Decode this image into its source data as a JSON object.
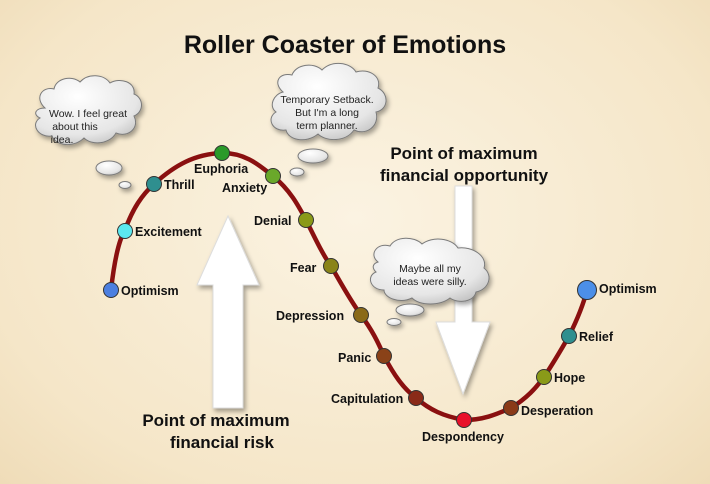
{
  "title": "Roller Coaster of Emotions",
  "stages": [
    {
      "label": "Optimism",
      "color": "#4c7fe0"
    },
    {
      "label": "Excitement",
      "color": "#5be8ef"
    },
    {
      "label": "Thrill",
      "color": "#2f8f8f"
    },
    {
      "label": "Euphoria",
      "color": "#2a9a2a"
    },
    {
      "label": "Anxiety",
      "color": "#6aa82a"
    },
    {
      "label": "Denial",
      "color": "#8a9a18"
    },
    {
      "label": "Fear",
      "color": "#8a8418"
    },
    {
      "label": "Depression",
      "color": "#8a6a18"
    },
    {
      "label": "Panic",
      "color": "#8a4218"
    },
    {
      "label": "Capitulation",
      "color": "#8a2a18"
    },
    {
      "label": "Despondency",
      "color": "#e8102a"
    },
    {
      "label": "Desperation",
      "color": "#8a3a18"
    },
    {
      "label": "Hope",
      "color": "#8a9a18"
    },
    {
      "label": "Relief",
      "color": "#2f8f8f"
    },
    {
      "label": "Optimism",
      "color": "#4c8fe8"
    }
  ],
  "annotations": {
    "risk_line1": "Point of maximum",
    "risk_line2": "financial risk",
    "opportunity_line1": "Point of maximum",
    "opportunity_line2": "financial opportunity"
  },
  "bubbles": [
    {
      "lines": [
        "Wow. I feel great",
        "about this",
        "idea."
      ]
    },
    {
      "lines": [
        "Temporary Setback.",
        "But I'm a long",
        "term planner."
      ]
    },
    {
      "lines": [
        "Maybe all my",
        "ideas were silly."
      ]
    }
  ],
  "colors": {
    "curve": "#8a1010",
    "arrow_fill": "#ffffff"
  }
}
